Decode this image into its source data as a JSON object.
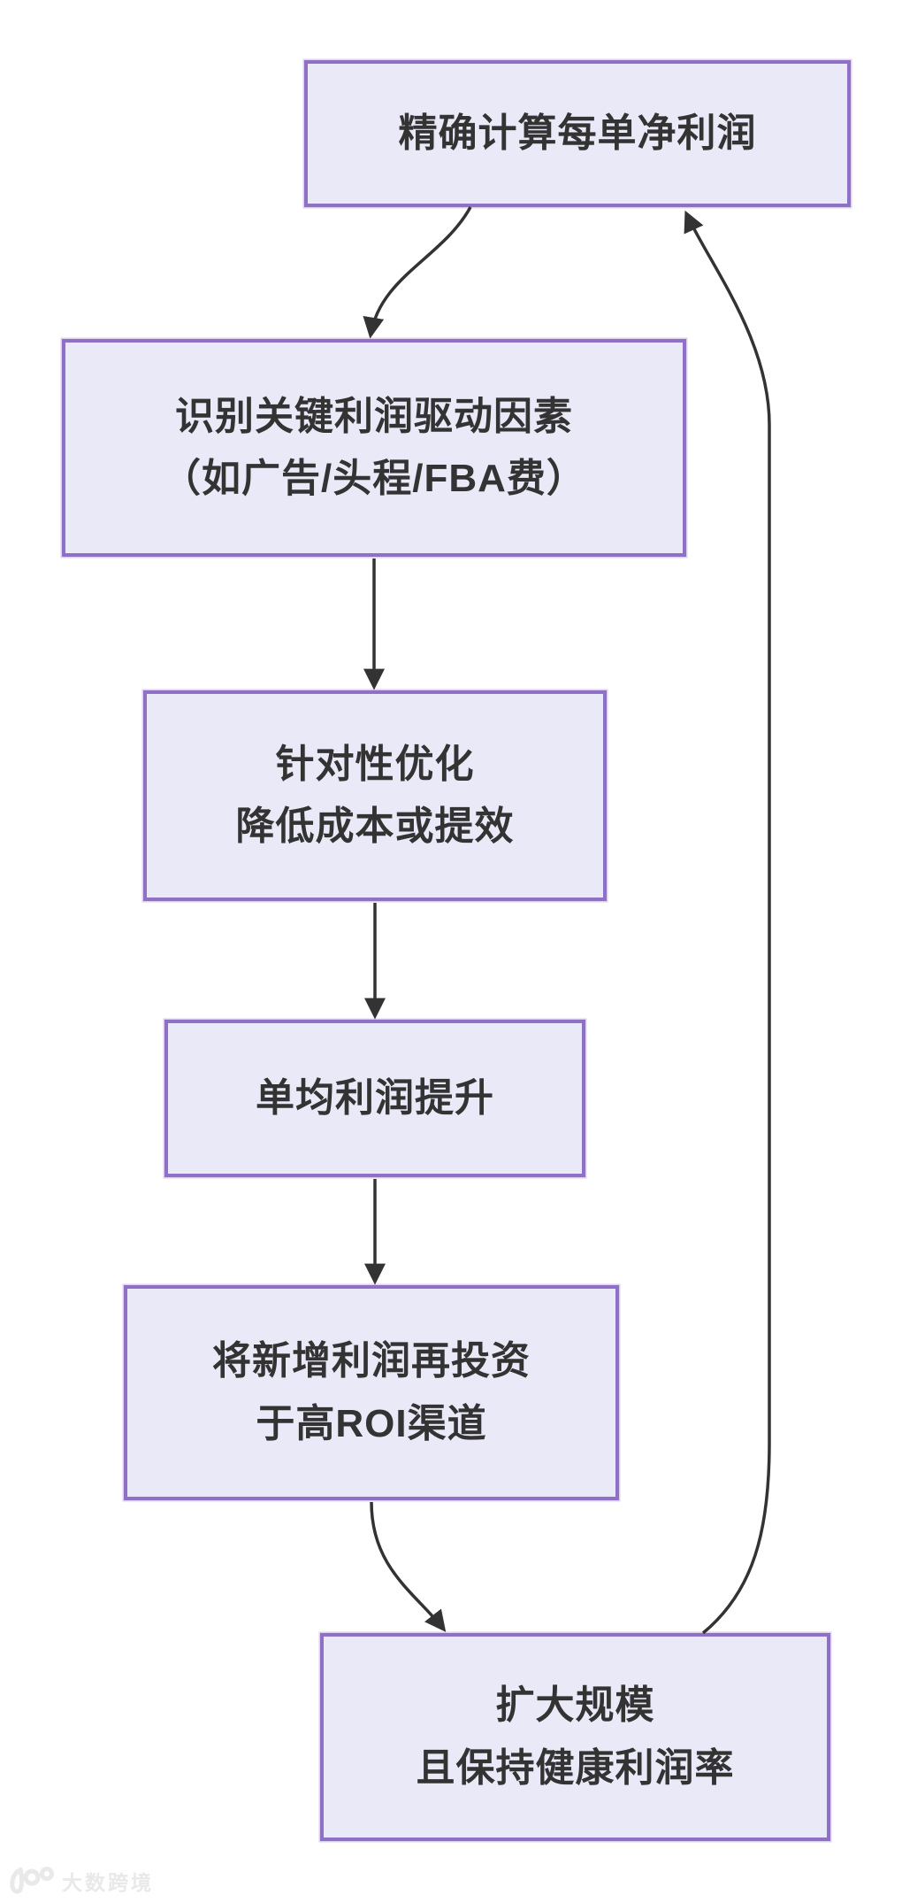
{
  "page": {
    "background": "#ffffff"
  },
  "flowchart": {
    "type": "cyclic-flow",
    "nodes": [
      {
        "id": "A",
        "label": "精确计算每单净利润"
      },
      {
        "id": "B",
        "label": "识别关键利润驱动因素\n（如广告/头程/FBA费）"
      },
      {
        "id": "C",
        "label": "针对性优化\n降低成本或提效"
      },
      {
        "id": "D",
        "label": "单均利润提升"
      },
      {
        "id": "E",
        "label": "将新增利润再投资\n于高ROI渠道"
      },
      {
        "id": "F",
        "label": "扩大规模\n且保持健康利润率"
      }
    ],
    "edges": [
      {
        "from": "A",
        "to": "B"
      },
      {
        "from": "B",
        "to": "C"
      },
      {
        "from": "C",
        "to": "D"
      },
      {
        "from": "D",
        "to": "E"
      },
      {
        "from": "E",
        "to": "F"
      },
      {
        "from": "F",
        "to": "A"
      }
    ],
    "style": {
      "node_fill": "#E9E9F8",
      "node_border": "#8E71C7",
      "edge_color": "#333333",
      "text_color": "#333333"
    }
  },
  "watermark": {
    "logo": "dashu-100-logo",
    "text": "大数跨境",
    "color": "#E9E9E9"
  }
}
